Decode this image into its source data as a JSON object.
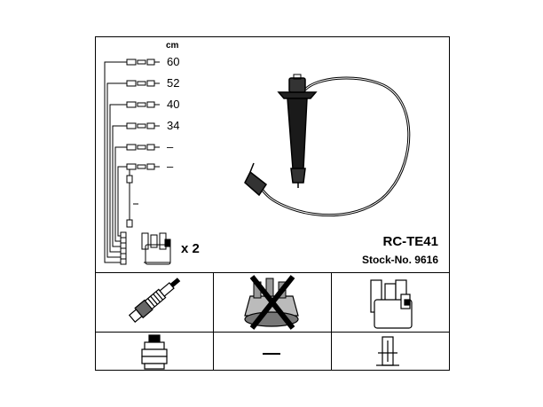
{
  "header": {
    "unit": "cm",
    "lengths": [
      "60",
      "52",
      "40",
      "34",
      "–",
      "–"
    ],
    "quantity": "x 2",
    "model": "RC-TE41",
    "stock": "Stock-No. 9616"
  },
  "cells": [
    {
      "name": "spark-plug-icon"
    },
    {
      "name": "distributor-cap-crossed-icon"
    },
    {
      "name": "ignition-coil-icon"
    },
    {
      "name": "plug-connector-icon"
    },
    {
      "name": "dash"
    },
    {
      "name": "coil-connector-icon"
    }
  ]
}
